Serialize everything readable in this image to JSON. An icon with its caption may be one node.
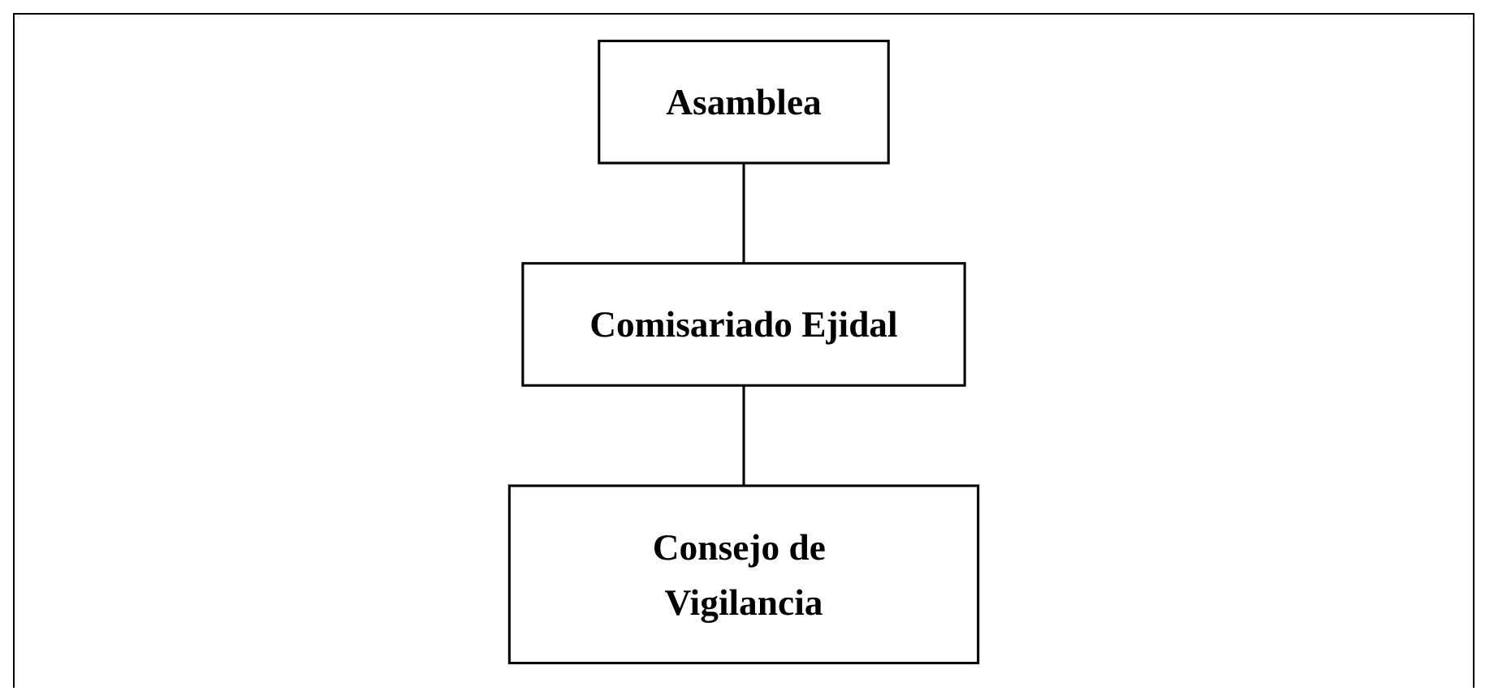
{
  "diagram": {
    "nodes": [
      {
        "text": [
          "Asamblea"
        ]
      },
      {
        "text": [
          "Comisariado Ejidal"
        ]
      },
      {
        "text": [
          "Consejo de Vigilancia"
        ]
      }
    ],
    "edges": [
      {
        "from": 0,
        "to": 1,
        "arrow": "none"
      },
      {
        "from": 1,
        "to": 2,
        "arrow": "none"
      }
    ]
  }
}
